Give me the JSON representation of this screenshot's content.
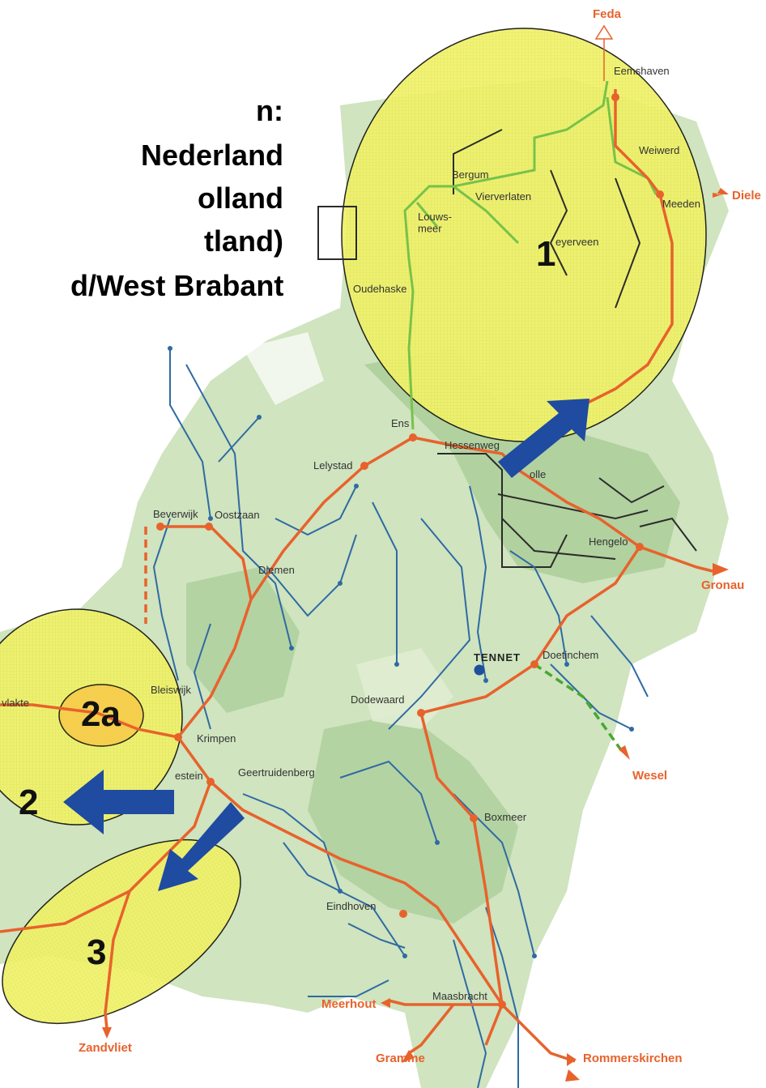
{
  "title_lines": [
    "n:",
    "Nederland",
    "olland",
    "tland)",
    "d/West Brabant"
  ],
  "brand": {
    "name": "TENNET",
    "color": "#1f4e9c"
  },
  "zones": {
    "z1": "1",
    "z2": "2",
    "z2a": "2a",
    "z3": "3"
  },
  "cities": {
    "eemshaven": "Eemshaven",
    "weiwerd": "Weiwerd",
    "bergum": "Bergum",
    "vierverlaten": "Vierverlaten",
    "meeden": "Meeden",
    "louwsmeer": "Louws-\nmeer",
    "eyerveen": "eyerveen",
    "oudehaske": "Oudehaske",
    "ens": "Ens",
    "hessenweg": "Hessenweg",
    "zwolle": "olle",
    "lelystad": "Lelystad",
    "beverwijk": "Beverwijk",
    "oostzaan": "Oostzaan",
    "diemen": "Diemen",
    "hengelo": "Hengelo",
    "doetinchem": "Doetinchem",
    "dodewaard": "Dodewaard",
    "bleiswijk": "Bleiswijk",
    "maasvlakte": "vlakte",
    "krimpen": "Krimpen",
    "crayestein": "estein",
    "geertruidenberg": "Geertruidenberg",
    "boxmeer": "Boxmeer",
    "eindhoven": "Eindhoven",
    "maasbracht": "Maasbracht"
  },
  "interconnections": {
    "feda": "Feda",
    "diele": "Diele",
    "gronau": "Gronau",
    "wesel": "Wesel",
    "meerhout": "Meerhout",
    "gramme": "Gramme",
    "rommerskirchen": "Rommerskirchen",
    "zandvliet": "Zandvliet"
  },
  "colors": {
    "land": "#c7dfb4",
    "land_dark": "#9cc58a",
    "highlight": "#f2f56a",
    "line_380kv": "#e8622c",
    "line_220kv": "#78c24a",
    "line_150kv": "#2f6aa3",
    "line_110kv": "#2b2b2b",
    "arrow": "#1f4ba0"
  }
}
